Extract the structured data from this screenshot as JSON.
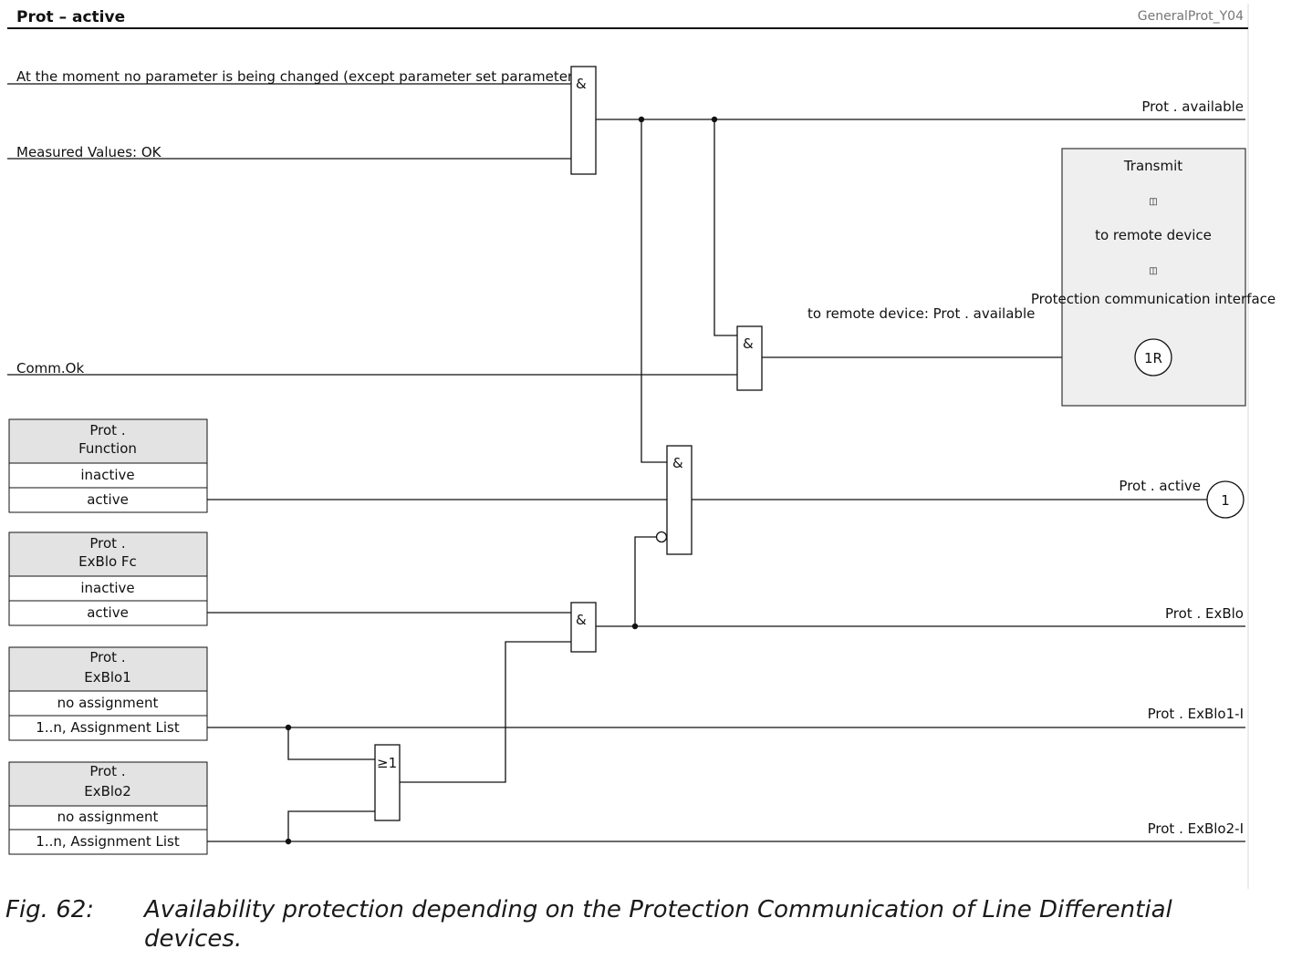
{
  "header": {
    "title": "Prot – active",
    "reference": "GeneralProt_Y04"
  },
  "inputs": {
    "no_param_change": "At the moment no parameter is being changed (except parameter set parameters)",
    "measured_values_ok": "Measured Values: OK",
    "comm_ok": "Comm.Ok"
  },
  "gates": {
    "and_symbol": "&",
    "or_symbol": "≥1"
  },
  "outputs": {
    "prot_available": "Prot . available",
    "to_remote_available": "to remote device: Prot . available",
    "prot_active": "Prot . active",
    "prot_exblo": "Prot . ExBlo",
    "prot_exblo1_i": "Prot . ExBlo1-I",
    "prot_exblo2_i": "Prot . ExBlo2-I"
  },
  "remote_box": {
    "line1": "Transmit",
    "marker1": "◫",
    "line2": "to remote device",
    "marker2": "◫",
    "line3": "Protection communication interface"
  },
  "connectors": {
    "remote": "1R",
    "active": "1"
  },
  "settings": [
    {
      "head_line1": "Prot .",
      "head_line2": "Function",
      "option1": "inactive",
      "option2": "active"
    },
    {
      "head_line1": "Prot .",
      "head_line2": "ExBlo Fc",
      "option1": "inactive",
      "option2": "active"
    },
    {
      "head_line1": "Prot .",
      "head_line2": "ExBlo1",
      "option1": "no assignment",
      "option2": "1..n, Assignment List"
    },
    {
      "head_line1": "Prot .",
      "head_line2": "ExBlo2",
      "option1": "no assignment",
      "option2": "1..n, Assignment List"
    }
  ],
  "caption": {
    "number": "Fig. 62:",
    "text": "Availability protection depending on the Protection Communication of Line Differential devices."
  }
}
